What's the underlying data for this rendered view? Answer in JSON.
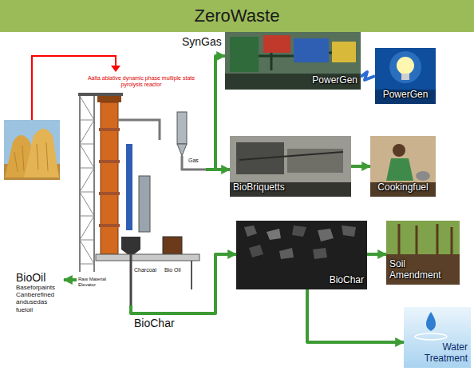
{
  "diagram": {
    "title": "ZeroWaste",
    "nodes": [
      {
        "text": [
          "Aalta ablative dynamic phase multiple state pyrolysis reactor"
        ]
      },
      {
        "text": [
          "PowerGen"
        ]
      },
      {
        "text": [
          "PowerGen"
        ]
      },
      {
        "text": [
          "BioBriquetts"
        ]
      },
      {
        "text": [
          "Cookingfuel"
        ]
      },
      {
        "text": [
          "BioChar"
        ]
      },
      {
        "text": [
          "Soil Amendment"
        ]
      },
      {
        "text": [
          "Water Treatment"
        ]
      },
      {
        "text": [
          "BioOil",
          "Baseforpaints Canberefined andusedas fueloil"
        ]
      }
    ],
    "edges": [
      {
        "from": 0,
        "to": 1,
        "arrow": "to",
        "label": "SynGas"
      },
      {
        "from": 1,
        "to": 2,
        "arrow": "none"
      },
      {
        "from": 0,
        "to": 3,
        "arrow": "to"
      },
      {
        "from": 3,
        "to": 4,
        "arrow": "to"
      },
      {
        "from": 0,
        "to": 5,
        "arrow": "to",
        "label": "BioChar"
      },
      {
        "from": 5,
        "to": 6,
        "arrow": "to"
      },
      {
        "from": 5,
        "to": 7,
        "arrow": "to"
      },
      {
        "from": 0,
        "to": 8,
        "arrow": "to"
      }
    ],
    "labels": [
      "Charcoal",
      "Bio Oil",
      "Gas",
      "Raw Material Elevator"
    ]
  }
}
